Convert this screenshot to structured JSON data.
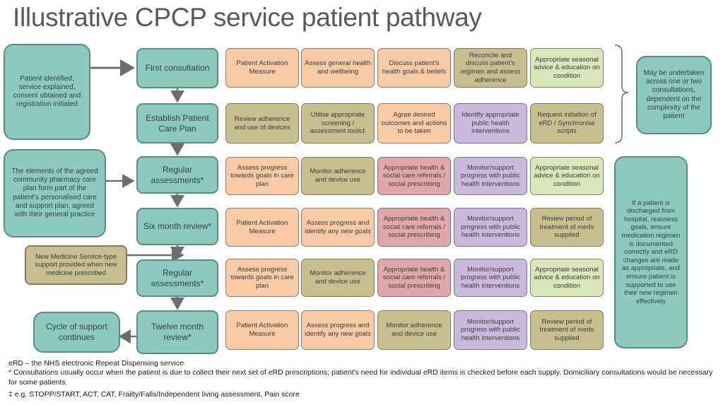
{
  "title": "Illustrative CPCP service patient pathway",
  "stages": [
    "First consultation",
    "Establish Patient Care Plan",
    "Regular assessments*",
    "Six month review*",
    "Regular assessments*",
    "Twelve month review*"
  ],
  "rows": [
    [
      "Patient Activation Measure",
      "Assess general health and wellbeing",
      "Discuss patient's health goals & beliefs",
      "Reconcile and discuss patient's regimen and assess adherence",
      "Appropriate seasonal advice & education on condition"
    ],
    [
      "Review adherence and use of devices",
      "Utilise appropriate screening / assessment tools‡",
      "Agree desired outcomes and actions to be taken",
      "Identify appropriate public health interventions",
      "Request initiation of eRD / Synchronise scripts"
    ],
    [
      "Assess progress towards goals in care plan",
      "Monitor adherence and device use",
      "Appropriate health & social care referrals / social prescribing",
      "Monitor/support progress with public health interventions",
      "Appropriate seasonal advice & education on condition"
    ],
    [
      "Patient Activation Measure",
      "Assess progress and identify any new goals",
      "Appropriate health & social care referrals / social prescribing",
      "Monitor/support progress with public health interventions",
      "Review period of treatment of meds supplied"
    ],
    [
      "Assess progress towards goals in care plan",
      "Monitor adherence and device use",
      "Appropriate health & social care referrals / social prescribing",
      "Monitor/support progress with public health interventions",
      "Appropriate seasonal advice & education on condition"
    ],
    [
      "Patient Activation Measure",
      "Assess progress and identify any new goals",
      "Monitor adherence and device use",
      "Monitor/support progress with public health interventions",
      "Review period of treatment of meds supplied"
    ]
  ],
  "row_colors": [
    [
      "orange",
      "orange",
      "orange",
      "olive",
      "green"
    ],
    [
      "olive",
      "olive",
      "orange",
      "lav",
      "olive"
    ],
    [
      "orange",
      "olive",
      "pink",
      "lav",
      "green"
    ],
    [
      "orange",
      "orange",
      "pink",
      "lav",
      "olive"
    ],
    [
      "orange",
      "olive",
      "pink",
      "lav",
      "green"
    ],
    [
      "orange",
      "orange",
      "olive",
      "lav",
      "olive"
    ]
  ],
  "left_notes": {
    "identified": "Patient identified, service explained, consent obtained and registration initiated",
    "care_plan": "The elements of the agreed community pharmacy care plan form part of the patient's personalised care and support plan, agreed with their general practice",
    "nms": "New Medicine Service-type support provided when new medicine prescribed",
    "cycle": "Cycle of support continues"
  },
  "right_notes": {
    "undertaken": "May be undertaken across one or two consultations, dependent on the complexity of the patient",
    "discharged": "If a patient is discharged from hospital, reassess goals, ensure medication regimen is documented correctly and eRD changes are made as appropriate, and ensure patient is supported to use their new regimen effectively"
  },
  "footnotes": {
    "erd": "eRD – the NHS electronic Repeat Dispensing service",
    "star": "* Consultations usually occur when the patient is due to collect their next set of eRD prescriptions; patient's need for individual eRD items is checked before each supply. Domiciliary consultations would be necessary for some patients.",
    "dagger": "‡ e.g. STOPP/START, ACT, CAT, Frailty/Falls/Independent living assessment, Pain score"
  },
  "colors": {
    "teal": "#8ec9bd",
    "orange": "#f9caa6",
    "olive": "#c8bf91",
    "pink": "#e0a8ac",
    "lavender": "#cbb9dd",
    "green": "#d8e6b9"
  }
}
